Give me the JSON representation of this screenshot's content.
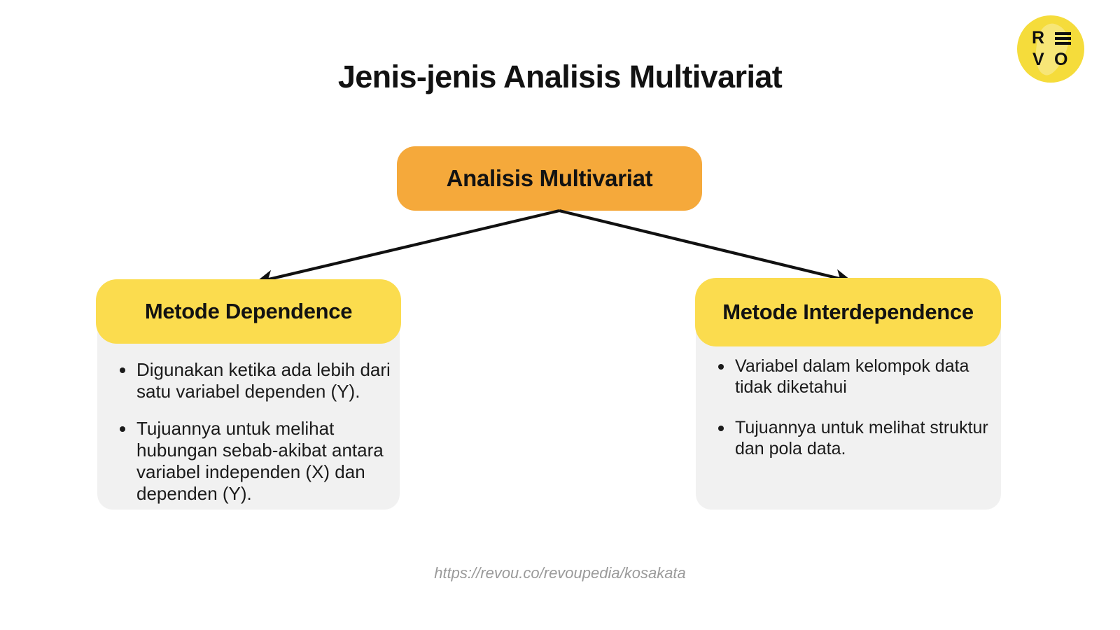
{
  "page": {
    "title": "Jenis-jenis Analisis Multivariat",
    "background_color": "#FFFFFF"
  },
  "logo": {
    "name": "revou-logo",
    "circle_color": "#F5DC3B",
    "letters": {
      "r": "R",
      "v": "V",
      "o": "O"
    }
  },
  "diagram": {
    "root": {
      "label": "Analisis Multivariat",
      "color": "#F5A93B"
    },
    "branches": [
      {
        "id": "dependence",
        "header": "Metode Dependence",
        "header_color": "#FBDC4E",
        "body_color": "#F1F1F1",
        "items": [
          "Digunakan ketika ada lebih dari satu variabel dependen (Y).",
          "Tujuannya untuk melihat hubungan sebab-akibat antara variabel independen (X) dan dependen (Y)."
        ]
      },
      {
        "id": "interdependence",
        "header": "Metode Interdependence",
        "header_color": "#FBDC4E",
        "body_color": "#F1F1F1",
        "items": [
          "Variabel dalam kelompok data tidak diketahui",
          "Tujuannya untuk melihat struktur dan pola data."
        ]
      }
    ],
    "connector_color": "#111111"
  },
  "footer": {
    "url": "https://revou.co/revoupedia/kosakata"
  }
}
